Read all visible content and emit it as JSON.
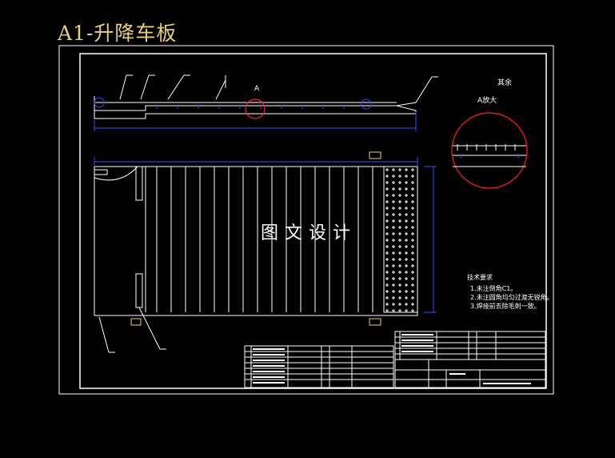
{
  "title": "A1-升降车板",
  "watermark": "图文设计",
  "detail_label": "A",
  "detail_title": "A放大",
  "other_label": "其余",
  "tech_req": {
    "heading": "技术要求",
    "items": [
      "1.未注倒角C1。",
      "2.未注圆角均匀过渡无锐角。",
      "3.焊接前去除毛刺一致。"
    ]
  },
  "colors": {
    "background": "#000000",
    "lines": "#ffffff",
    "dimensions": "#3050ff",
    "detail_circle": "#ff2020",
    "title": "#e8d070",
    "fill": "#e8d070"
  }
}
